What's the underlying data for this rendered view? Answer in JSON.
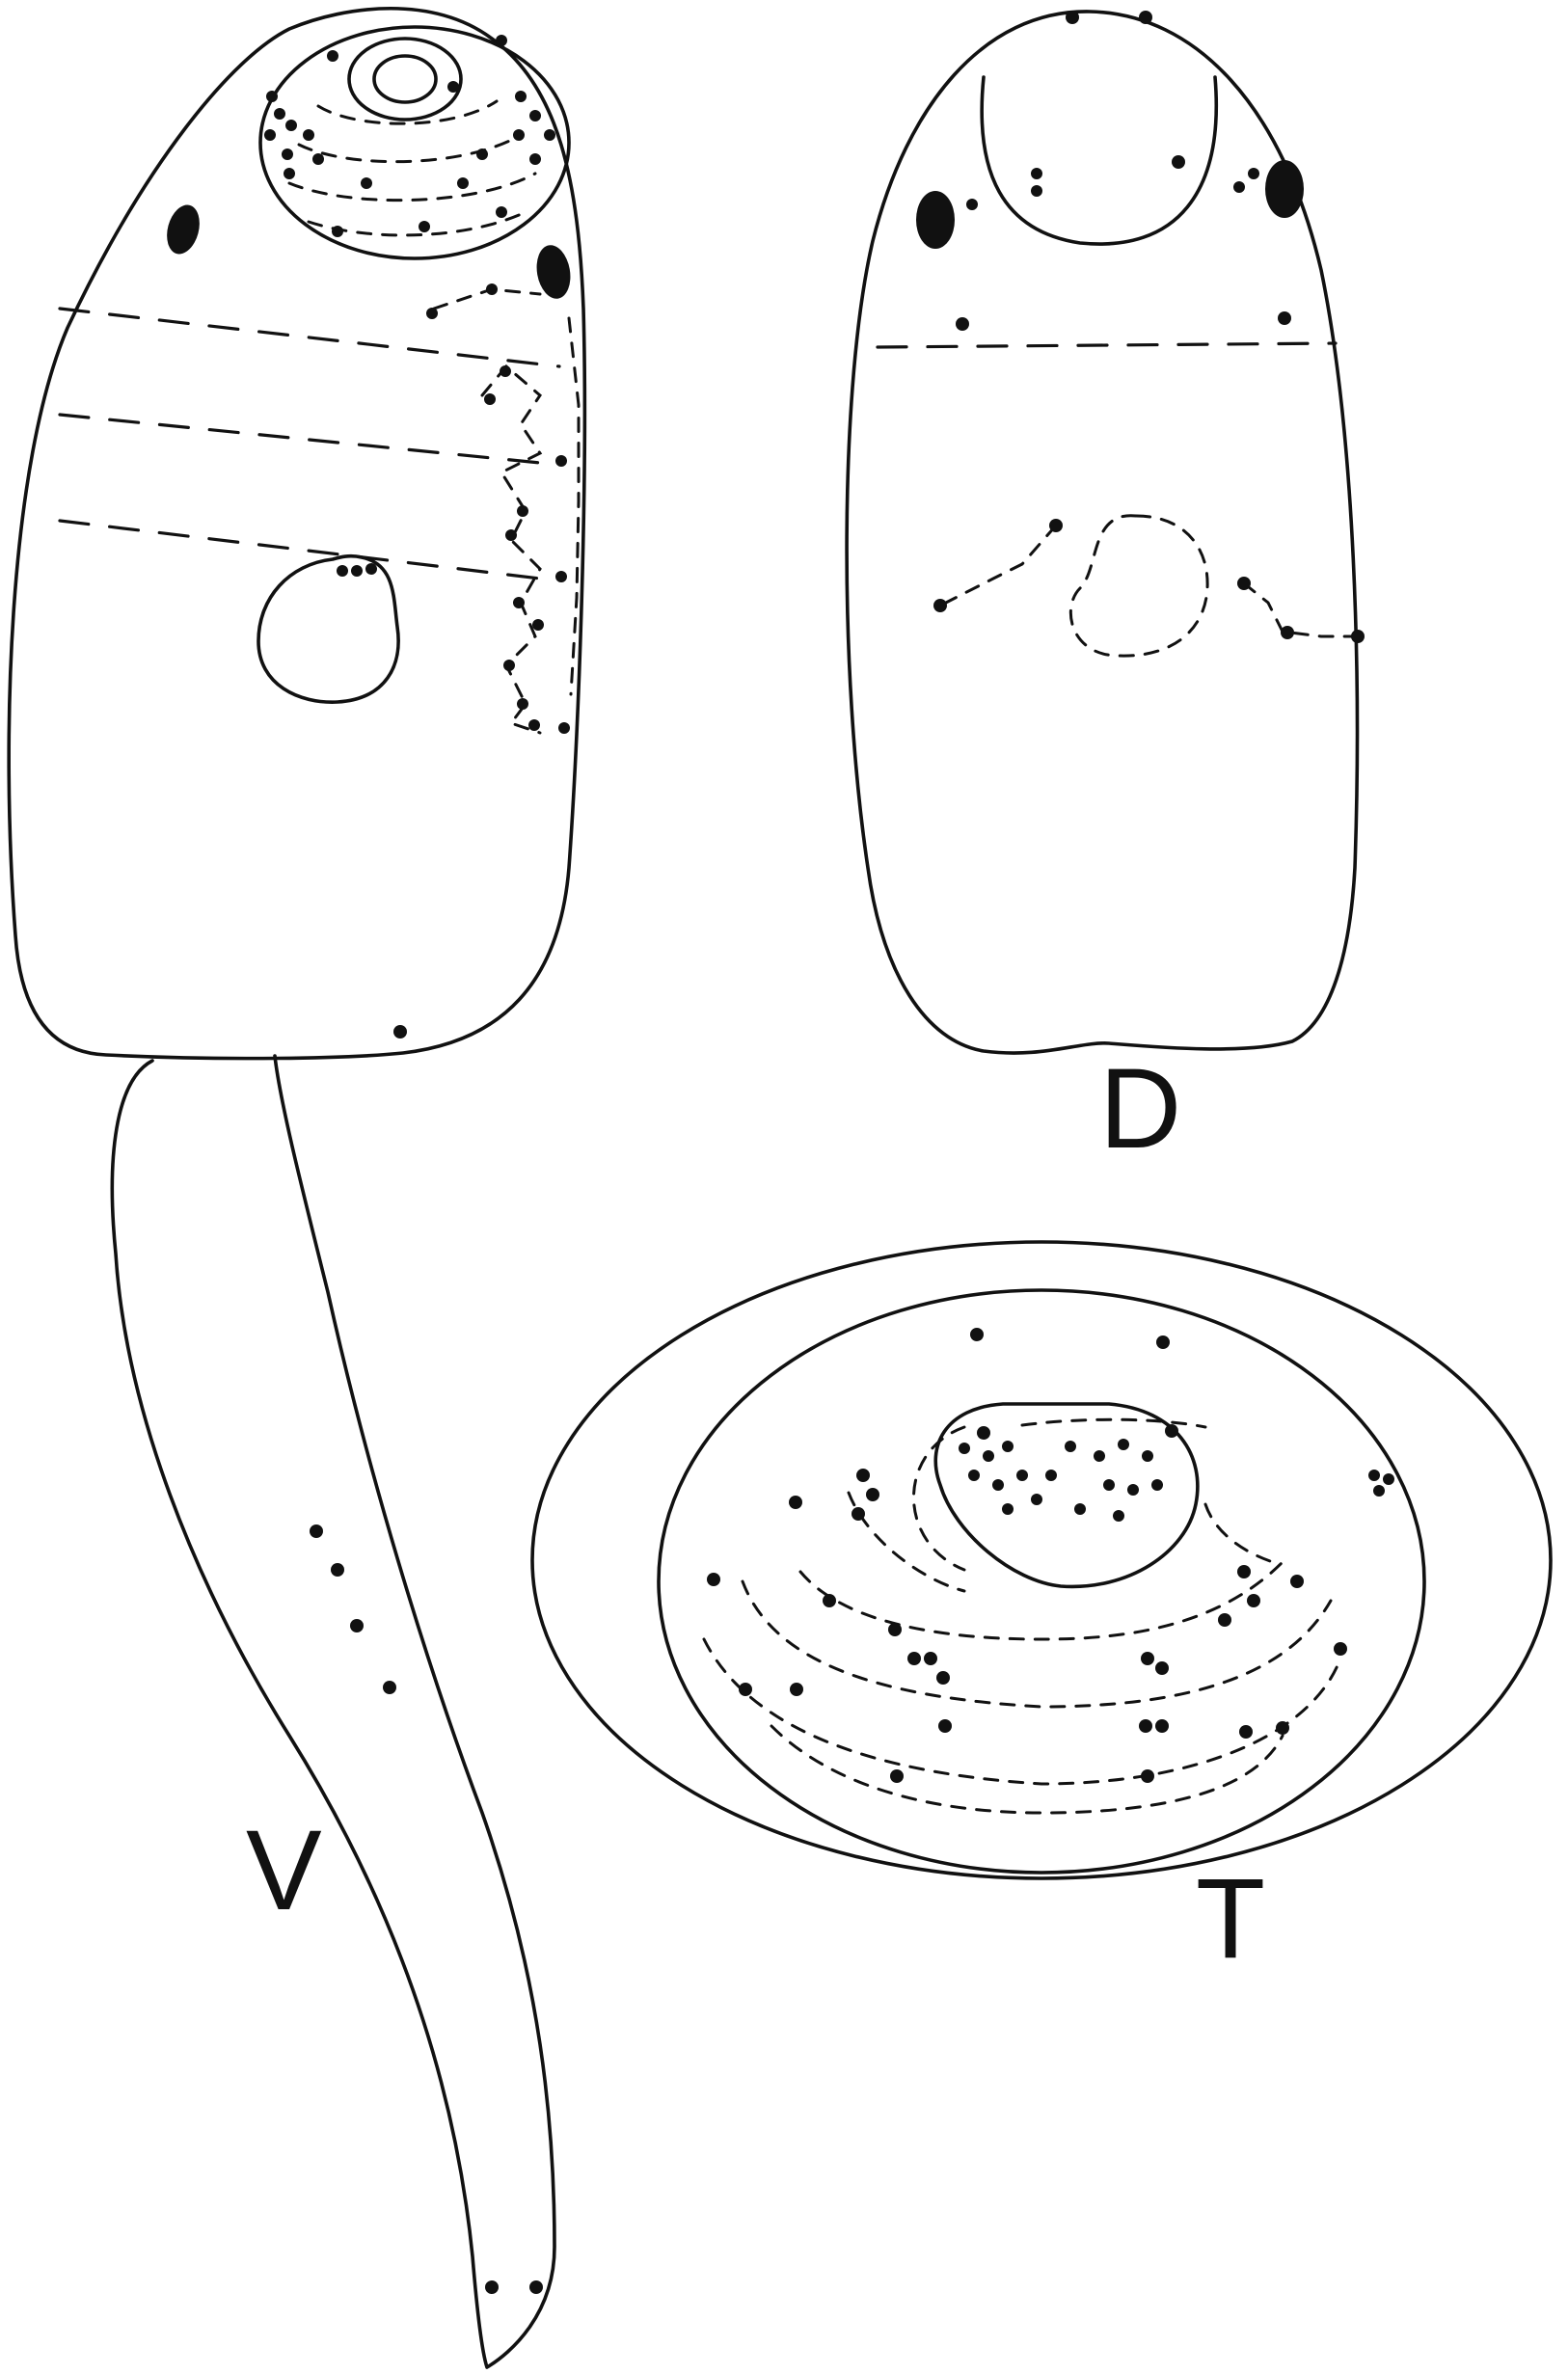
{
  "figure": {
    "panels": [
      {
        "id": "ventral",
        "label": "V"
      },
      {
        "id": "dorsal",
        "label": "D"
      },
      {
        "id": "sucker",
        "label": "T"
      }
    ]
  },
  "colors": {
    "ink": "#111111",
    "background": "#ffffff"
  }
}
